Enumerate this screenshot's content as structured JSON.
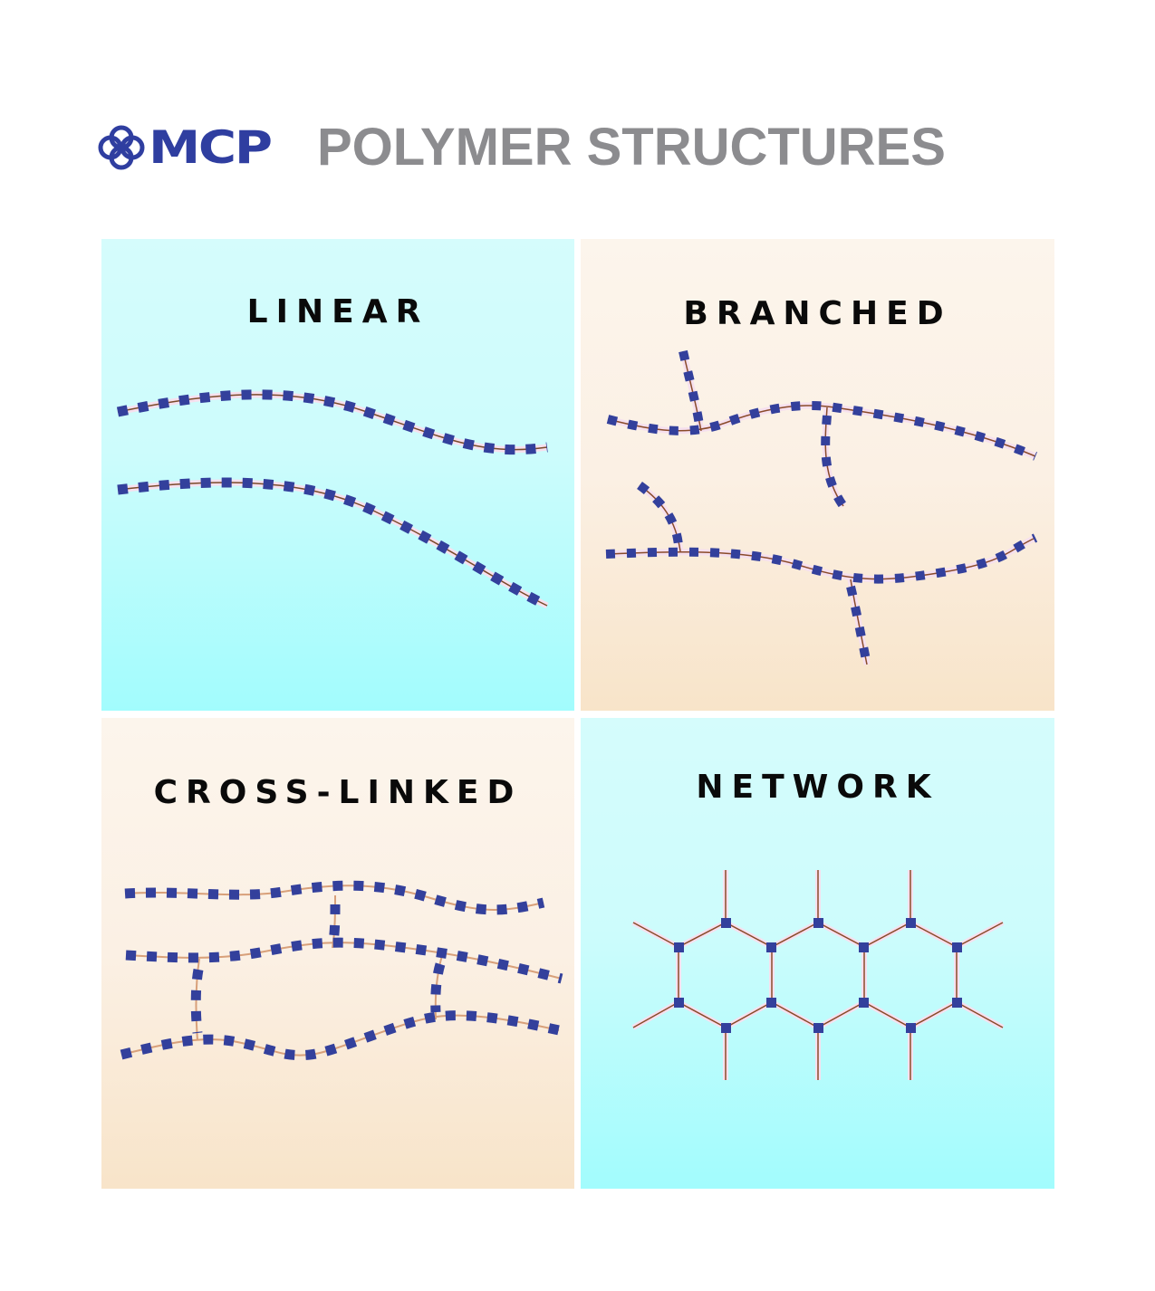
{
  "header": {
    "brand": "MCP",
    "title": "POLYMER STRUCTURES"
  },
  "colors": {
    "brand_blue": "#2f3ea0",
    "title_gray": "#8c8c8f",
    "monomer_blue": "#33409c",
    "bond_line": "#8a4a2a",
    "cyan_panel": "#cdfcfc",
    "peach_panel": "#fbf0e4"
  },
  "panels": [
    {
      "id": "linear",
      "label": "LINEAR",
      "theme": "cyan"
    },
    {
      "id": "branched",
      "label": "BRANCHED",
      "theme": "peach"
    },
    {
      "id": "cross-linked",
      "label": "CROSS-LINKED",
      "theme": "peach"
    },
    {
      "id": "network",
      "label": "NETWORK",
      "theme": "cyan"
    }
  ]
}
